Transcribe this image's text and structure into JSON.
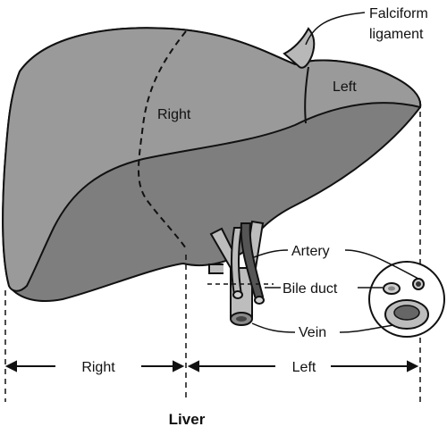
{
  "labels": {
    "falciform_line1": "Falciform",
    "falciform_line2": "ligament",
    "lobe_right": "Right",
    "lobe_left": "Left",
    "artery": "Artery",
    "bile_duct": "Bile duct",
    "vein": "Vein",
    "width_right": "Right",
    "width_left": "Left",
    "caption": "Liver"
  },
  "colors": {
    "liver_light": "#9a9a9a",
    "liver_dark": "#7e7e7e",
    "falciform": "#b8b8b8",
    "vessel": "#bdbdbd",
    "artery_dark": "#555555",
    "outline": "#111111"
  }
}
